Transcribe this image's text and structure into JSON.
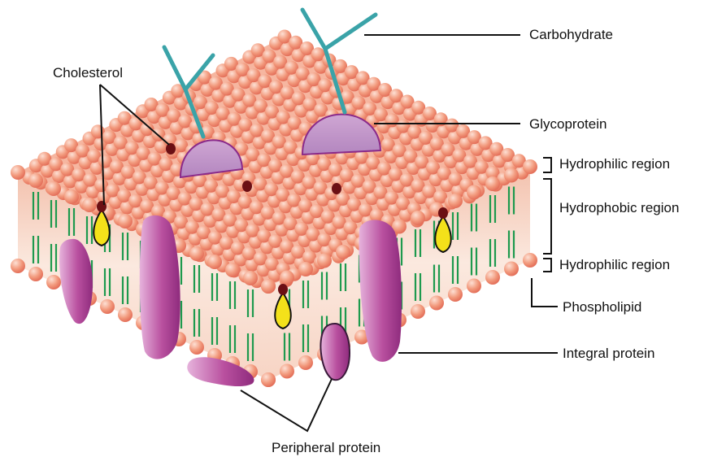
{
  "labels": {
    "carbohydrate": "Carbohydrate",
    "cholesterol": "Cholesterol",
    "glycoprotein": "Glycoprotein",
    "hydrophilic_top": "Hydrophilic region",
    "hydrophobic": "Hydrophobic region",
    "hydrophilic_bottom": "Hydrophilic region",
    "phospholipid": "Phospholipid",
    "integral_protein": "Integral protein",
    "peripheral_protein": "Peripheral protein"
  },
  "colors": {
    "lipid_head": "#f08a6c",
    "lipid_head_light": "#fcd2c3",
    "lipid_tail": "#1e9a4e",
    "core_fill": "#fbe6dc",
    "protein": "#b84a9e",
    "protein_light": "#e3a9d5",
    "glycoprotein": "#c79ccc",
    "carbohydrate": "#3aa3a8",
    "cholesterol_head": "#6b0f14",
    "cholesterol_ring": "#f4e11a",
    "leader": "#111111"
  }
}
